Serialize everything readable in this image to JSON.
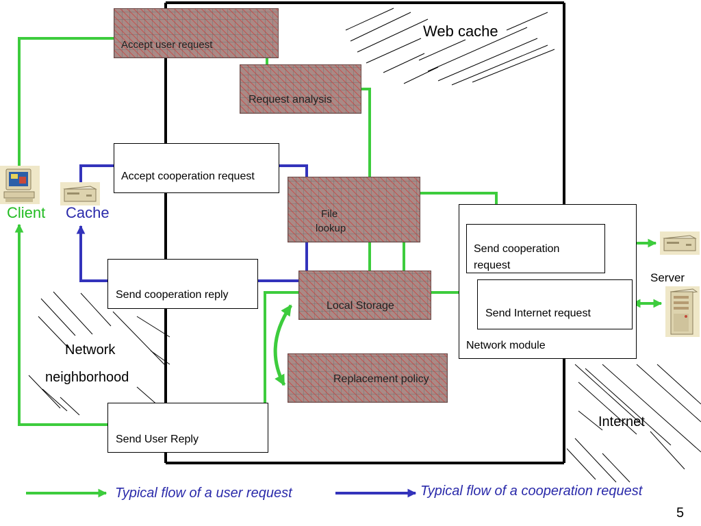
{
  "diagram": {
    "title": "Web cache",
    "components": {
      "accept_user_request": "Accept user request",
      "request_analysis": "Request analysis",
      "accept_cooperation_request": "Accept cooperation request",
      "file_lookup_line1": "File",
      "file_lookup_line2": "lookup",
      "send_cooperation_reply": "Send cooperation reply",
      "local_storage": "Local Storage",
      "replacement_policy": "Replacement policy",
      "send_user_reply": "Send User Reply",
      "send_cooperation_request_line1": "Send cooperation",
      "send_cooperation_request_line2": "request",
      "send_internet_request": "Send Internet request",
      "network_module": "Network module"
    },
    "actors": {
      "client": "Client",
      "cache": "Cache",
      "server": "Server"
    },
    "regions": {
      "network_neighborhood_line1": "Network",
      "network_neighborhood_line2": "neighborhood",
      "internet": "Internet"
    },
    "legend": {
      "user_request_flow": "Typical flow of a user request",
      "cooperation_request_flow": "Typical flow of a cooperation request"
    },
    "colors": {
      "user_request_flow": "#3dcc3d",
      "cooperation_request_flow": "#3333bb",
      "client_label": "#22bb22",
      "cache_label": "#2a2aaa",
      "component_fill": "#a98a86"
    },
    "slide_number": "5"
  }
}
